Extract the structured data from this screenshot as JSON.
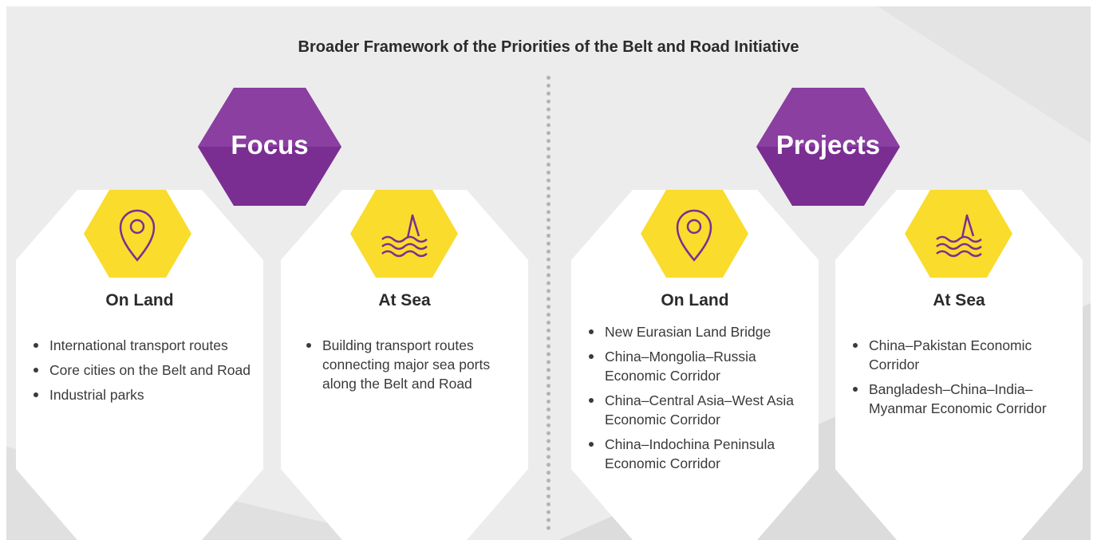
{
  "title": "Broader Framework of the Priorities of the Belt and Road Initiative",
  "colors": {
    "purple": "#7b2e92",
    "yellow": "#f9dc2c",
    "icon_stroke": "#7b2e92",
    "background": "#ececec"
  },
  "sections": [
    {
      "label": "Focus",
      "cards": [
        {
          "heading": "On Land",
          "icon": "location-pin-icon",
          "items": [
            "International transport routes",
            "Core cities on the Belt and Road",
            "Industrial parks"
          ]
        },
        {
          "heading": "At Sea",
          "icon": "sea-waves-sail-icon",
          "items": [
            "Building transport routes connecting major sea ports along the Belt and Road"
          ]
        }
      ]
    },
    {
      "label": "Projects",
      "cards": [
        {
          "heading": "On Land",
          "icon": "location-pin-icon",
          "items": [
            "New Eurasian Land Bridge",
            "China–Mongolia–Russia Economic Corridor",
            "China–Central Asia–West Asia Economic Corridor",
            "China–Indochina Peninsula Economic Corridor"
          ]
        },
        {
          "heading": "At Sea",
          "icon": "sea-waves-sail-icon",
          "items": [
            "China–Pakistan Economic Corridor",
            "Bangladesh–China–India–Myanmar Economic Corridor"
          ]
        }
      ]
    }
  ]
}
